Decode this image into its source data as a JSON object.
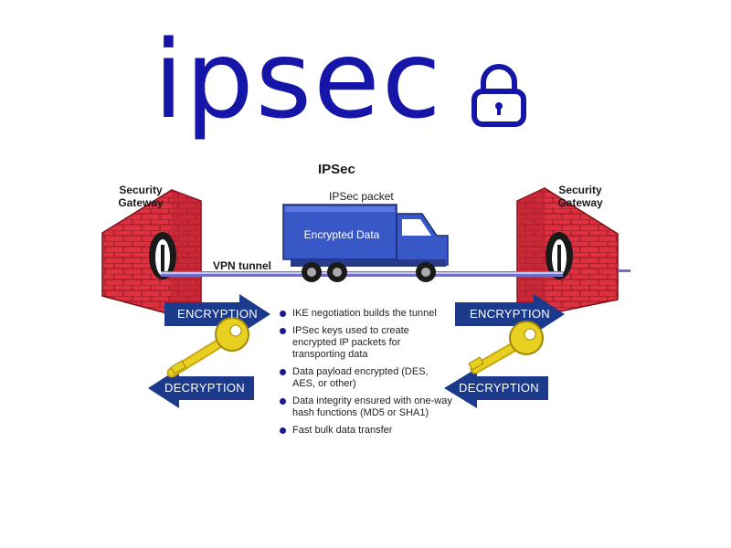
{
  "logo": {
    "text": "ipsec",
    "icon": "lock-icon",
    "color": "#1515a8"
  },
  "diagram": {
    "title": "IPSec",
    "gateway_left": "Security\nGateway",
    "gateway_right": "Security\nGateway",
    "packet_label": "IPSec packet",
    "cargo_label": "Encrypted Data",
    "tunnel_label": "VPN tunnel",
    "encryption_label": "ENCRYPTION",
    "decryption_label": "DECRYPTION",
    "bullets": [
      "IKE negotiation builds the tunnel",
      "IPSec keys used to create encrypted IP packets for transporting data",
      "Data payload encrypted (DES, AES, or other)",
      "Data integrity ensured with one-way hash functions (MD5 or SHA1)",
      "Fast bulk data transfer"
    ]
  },
  "colors": {
    "wall": "#e03040",
    "truck": "#3858c8",
    "arrow": "#1c3a8c",
    "key": "#e8d020",
    "tunnel": "#7070c8"
  }
}
